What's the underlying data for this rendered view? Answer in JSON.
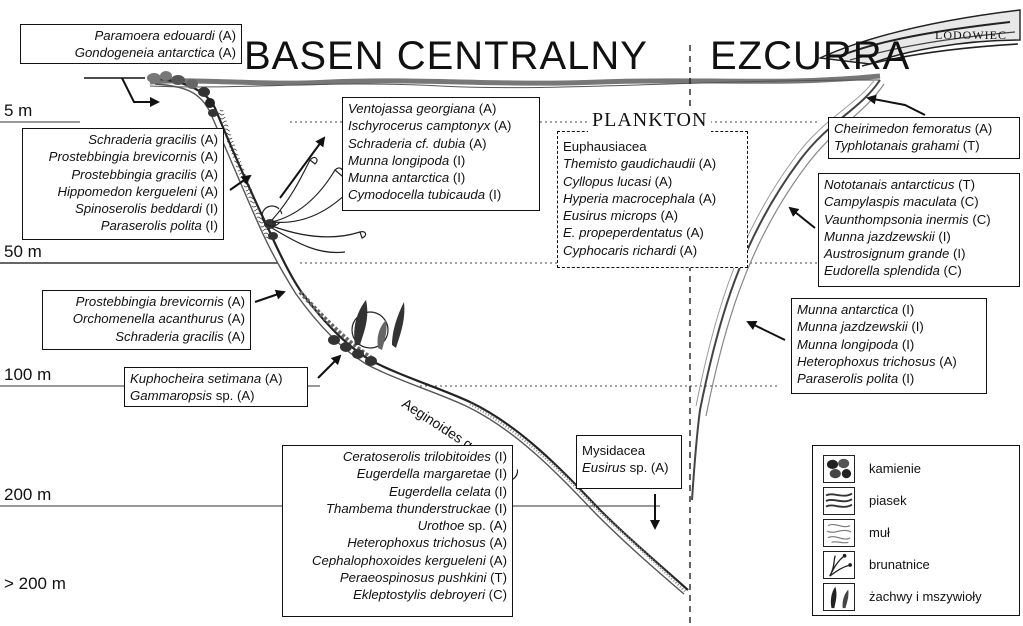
{
  "titles": {
    "left": "BASEN CENTRALNY",
    "right": "EZCURRA",
    "plankton": "PLANKTON",
    "glacier": "LODOWIEC"
  },
  "depths": [
    "5 m",
    "50 m",
    "100 m",
    "200 m",
    "> 200 m"
  ],
  "slope_label": "Aeginoides gaussi (A)",
  "boxes": {
    "b1": [
      {
        "sp": "Paramoera edouardi",
        "tag": " (A)"
      },
      {
        "sp": "Gondogeneia antarctica",
        "tag": " (A)"
      }
    ],
    "b2": [
      {
        "sp": "Schraderia gracilis",
        "tag": " (A)"
      },
      {
        "sp": "Prostebbingia brevicornis",
        "tag": " (A)"
      },
      {
        "sp": "Prostebbingia gracilis",
        "tag": " (A)"
      },
      {
        "sp": "Hippomedon kergueleni",
        "tag": " (A)"
      },
      {
        "sp": "Spinoserolis beddardi",
        "tag": " (I)"
      },
      {
        "sp": "Paraserolis polita",
        "tag": " (I)"
      }
    ],
    "b3": [
      {
        "sp": "Ventojassa georgiana",
        "tag": " (A)"
      },
      {
        "sp": "Ischyrocerus camptonyx",
        "tag": " (A)"
      },
      {
        "sp": "Schraderia cf. dubia",
        "tag": " (A)"
      },
      {
        "sp": "Munna longipoda",
        "tag": " (I)"
      },
      {
        "sp": "Munna antarctica",
        "tag": " (I)"
      },
      {
        "sp": "Cymodocella tubicauda",
        "tag": " (I)"
      }
    ],
    "plankton": [
      {
        "pre": "Euphausiacea",
        "sp": "",
        "tag": ""
      },
      {
        "sp": "Themisto gaudichaudii",
        "tag": " (A)"
      },
      {
        "sp": "Cyllopus lucasi",
        "tag": " (A)"
      },
      {
        "sp": "Hyperia macrocephala",
        "tag": " (A)"
      },
      {
        "sp": "Eusirus microps",
        "tag": " (A)"
      },
      {
        "sp": "E. propeperdentatus",
        "tag": " (A)"
      },
      {
        "sp": "Cyphocaris richardi",
        "tag": " (A)"
      }
    ],
    "b5": [
      {
        "sp": "Prostebbingia brevicornis",
        "tag": " (A)"
      },
      {
        "sp": "Orchomenella acanthurus",
        "tag": " (A)"
      },
      {
        "sp": "Schraderia gracilis",
        "tag": " (A)"
      }
    ],
    "b6": [
      {
        "sp": "Kuphocheira setimana",
        "tag": " (A)"
      },
      {
        "sp": "Gammaropsis",
        "tag": " sp. (A)"
      }
    ],
    "b7": [
      {
        "sp": "Ceratoserolis trilobitoides",
        "tag": " (I)"
      },
      {
        "sp": "Eugerdella margaretae",
        "tag": " (I)"
      },
      {
        "sp": "Eugerdella celata",
        "tag": " (I)"
      },
      {
        "sp": "Thambema thunderstruckae",
        "tag": " (I)"
      },
      {
        "sp": "Urothoe",
        "tag": " sp. (A)"
      },
      {
        "sp": "Heterophoxus trichosus",
        "tag": " (A)"
      },
      {
        "sp": "Cephalophoxoides kergueleni",
        "tag": " (A)"
      },
      {
        "sp": "Peraeospinosus pushkini",
        "tag": " (T)"
      },
      {
        "sp": "Ekleptostylis debroyeri",
        "tag": " (C)"
      }
    ],
    "b8": [
      {
        "pre": "Mysidacea",
        "sp": "",
        "tag": ""
      },
      {
        "sp": "Eusirus",
        "tag": " sp. (A)"
      }
    ],
    "b9": [
      {
        "sp": "Cheirimedon femoratus",
        "tag": " (A)"
      },
      {
        "sp": "Typhlotanais grahami",
        "tag": " (T)"
      }
    ],
    "b10": [
      {
        "sp": "Nototanais antarcticus",
        "tag": " (T)"
      },
      {
        "sp": "Campylaspis maculata",
        "tag": " (C)"
      },
      {
        "sp": "Vaunthompsonia inermis",
        "tag": " (C)"
      },
      {
        "sp": "Munna jazdzewskii",
        "tag": " (I)"
      },
      {
        "sp": "Austrosignum grande",
        "tag": " (I)"
      },
      {
        "sp": "Eudorella splendida",
        "tag": " (C)"
      }
    ],
    "b11": [
      {
        "sp": "Munna antarctica",
        "tag": " (I)"
      },
      {
        "sp": "Munna jazdzewskii",
        "tag": " (I)"
      },
      {
        "sp": "Munna longipoda",
        "tag": " (I)"
      },
      {
        "sp": "Heterophoxus trichosus",
        "tag": " (A)"
      },
      {
        "sp": "Paraserolis polita",
        "tag": " (I)"
      }
    ]
  },
  "legend": [
    {
      "label": "kamienie",
      "icon": "stones-icon"
    },
    {
      "label": "piasek",
      "icon": "sand-icon"
    },
    {
      "label": "muł",
      "icon": "mud-icon"
    },
    {
      "label": "brunatnice",
      "icon": "kelp-icon"
    },
    {
      "label": "żachwy i mszywioły",
      "icon": "ascidian-bryozoan-icon"
    }
  ]
}
